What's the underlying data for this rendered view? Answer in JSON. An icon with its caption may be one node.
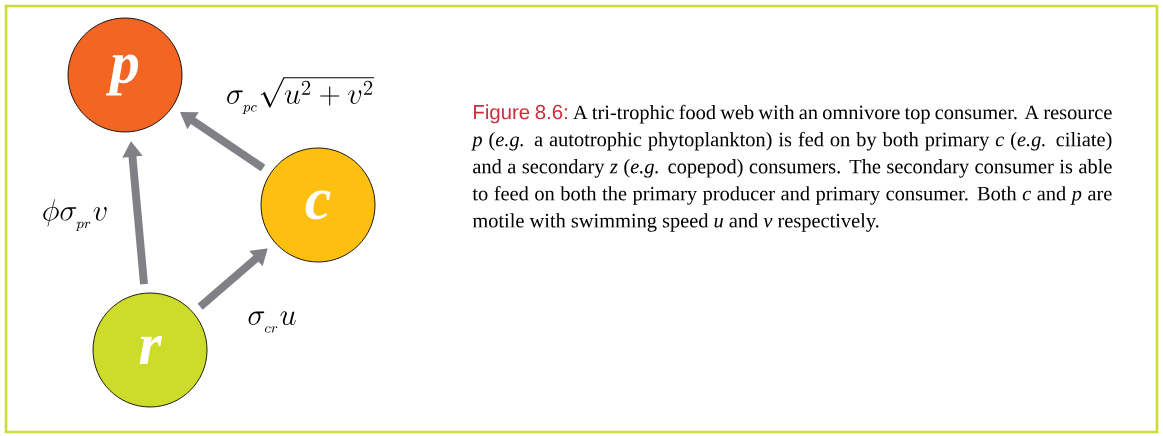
{
  "diagram": {
    "caption": "A tri-trophic food web with an omnivore top consumer. A resource *p* (*e.g.* a autotrophic phytoplankton) is fed on by both primary *c* (*e.g.* ciliate) and a secondary *z* (*e.g.* copepod) consumers. The secondary consumer is able to feed on both the primary producer and primary consumer. Both *c* and *p* are motile with swimming speed *u* and *v* respectively.",
    "nodes": [
      {
        "text": [
          "p"
        ]
      },
      {
        "text": [
          "c"
        ]
      },
      {
        "text": [
          "r"
        ]
      }
    ],
    "edges": [
      {
        "from": 2,
        "to": 0,
        "arrow": "to",
        "label": "\\phi\\sigma_{_{pr}} v"
      },
      {
        "from": 2,
        "to": 1,
        "arrow": "to",
        "label": "\\sigma_{_{cr}} u"
      },
      {
        "from": 1,
        "to": 0,
        "arrow": "to",
        "label": "\\sigma_{_{pc}}\\sqrt{u^2+v^2}"
      }
    ],
    "labels": [
      "Figure 8.6:"
    ]
  }
}
